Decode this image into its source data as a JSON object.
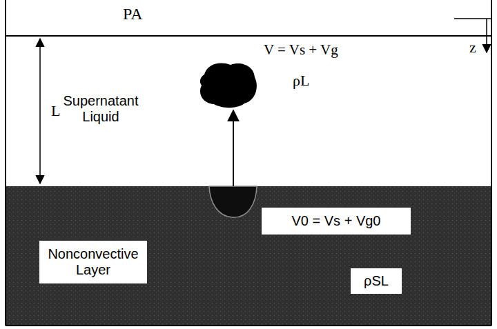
{
  "diagram": {
    "nodes": [
      {
        "text": [
          "Supernatant Liquid"
        ]
      },
      {
        "text": [
          "V0 = Vs + Vg0"
        ]
      },
      {
        "text": [
          "Nonconvective Layer"
        ]
      },
      {
        "text": [
          "ρSL"
        ]
      }
    ],
    "labels": [
      "PA",
      "L",
      "V = Vs + Vg",
      "z",
      "ρL"
    ]
  }
}
